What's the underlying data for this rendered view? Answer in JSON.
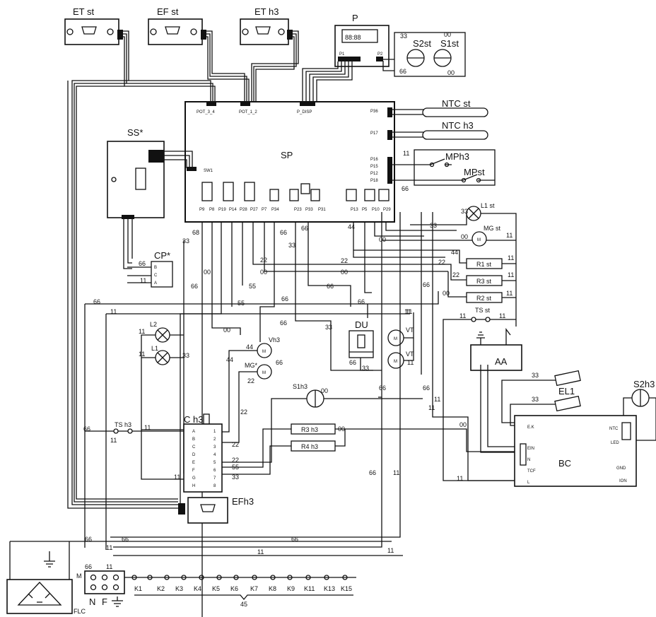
{
  "components": {
    "et_st": "ET st",
    "ef_st": "EF st",
    "et_h3": "ET h3",
    "p": "P",
    "display": "88:88",
    "s2st": "S2st",
    "s1st": "S1st",
    "ss": "SS*",
    "sp": "SP",
    "cp": "CP*",
    "ntc_st": "NTC st",
    "ntc_h3": "NTC h3",
    "mph3": "MPh3",
    "mpst": "MPst",
    "l1st": "L1 st",
    "mgst": "MG st",
    "r1st": "R1 st",
    "r3st": "R3 st",
    "r2st": "R2 st",
    "tsst": "TS st",
    "du": "DU",
    "vt1": "VT",
    "vt2": "VT",
    "l2": "L2",
    "l1": "L1",
    "vh3": "Vh3",
    "mg": "MG*",
    "s1h3": "S1h3",
    "r3h3": "R3 h3",
    "r4h3": "R4 h3",
    "ch3": "C h3",
    "tsh3": "TS h3",
    "efh3": "EFh3",
    "aa": "AA",
    "el1": "EL1",
    "s2h3": "S2h3",
    "bc": "BC",
    "flc": "FLC",
    "n_label": "N",
    "f_label": "F",
    "m_label": "M"
  },
  "connectors": {
    "pot34": "POT_3_4",
    "pot12": "POT_1_2",
    "pdisp": "P_DISP",
    "sw1": "SW1",
    "p1": "P1",
    "p2": "P2",
    "p36": "P36",
    "p17": "P17",
    "p16": "P16",
    "p15": "P15",
    "p12": "P12",
    "p18": "P18",
    "bottom_pins": [
      "P9",
      "P8",
      "P19",
      "P14",
      "P28",
      "P27",
      "P7",
      "P34",
      "P23",
      "P33",
      "P31",
      "P13",
      "P5",
      "P10",
      "P29"
    ],
    "ch3_letters": [
      "A",
      "B",
      "C",
      "D",
      "E",
      "F",
      "G",
      "H"
    ],
    "ch3_numbers": [
      "1",
      "2",
      "3",
      "4",
      "5",
      "6",
      "7",
      "8"
    ],
    "bc_pins": [
      "E.K",
      "EIN",
      "N",
      "TCF",
      "L"
    ],
    "bc_right": [
      "NTC",
      "LED",
      "GND",
      "ION"
    ],
    "cp_pins": [
      "B",
      "C",
      "A"
    ]
  },
  "terminals": [
    "K1",
    "K2",
    "K3",
    "K4",
    "K5",
    "K6",
    "K7",
    "K8",
    "K9",
    "K11",
    "K13",
    "K15"
  ],
  "bus_label": "45",
  "wire_labels": {
    "w00": "00",
    "w11": "11",
    "w22": "22",
    "w33": "33",
    "w44": "44",
    "w55": "55",
    "w66": "66",
    "w68": "68"
  }
}
